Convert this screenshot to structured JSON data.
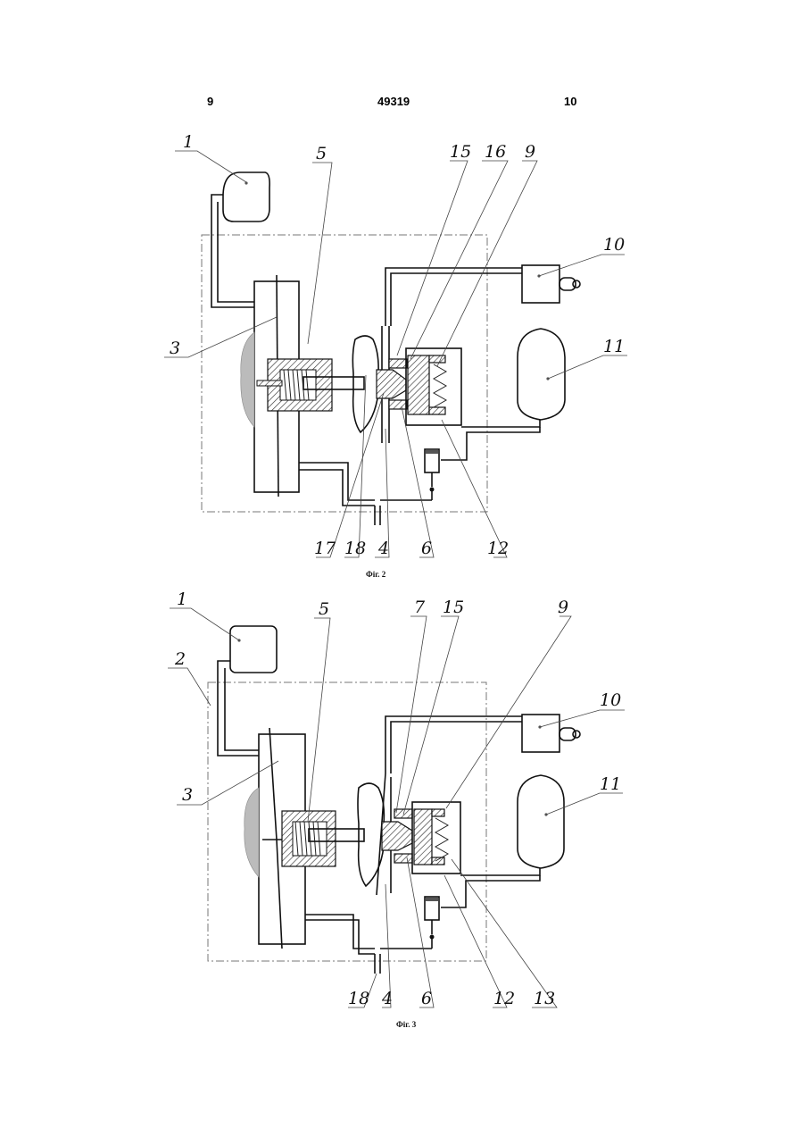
{
  "header": {
    "left": "9",
    "center": "49319",
    "right": "10"
  },
  "figures": [
    {
      "caption": "Фіг. 2",
      "labels": {
        "l1": "1",
        "l5": "5",
        "l15": "15",
        "l16": "16",
        "l9": "9",
        "l10": "10",
        "l3": "3",
        "l11": "11",
        "l17": "17",
        "l18": "18",
        "l4": "4",
        "l6": "6",
        "l12": "12"
      }
    },
    {
      "caption": "Фіг. 3",
      "labels": {
        "l1": "1",
        "l2": "2",
        "l5": "5",
        "l7": "7",
        "l15": "15",
        "l9": "9",
        "l10": "10",
        "l3": "3",
        "l11": "11",
        "l18": "18",
        "l4": "4",
        "l6": "6",
        "l12": "12",
        "l13": "13"
      }
    }
  ]
}
